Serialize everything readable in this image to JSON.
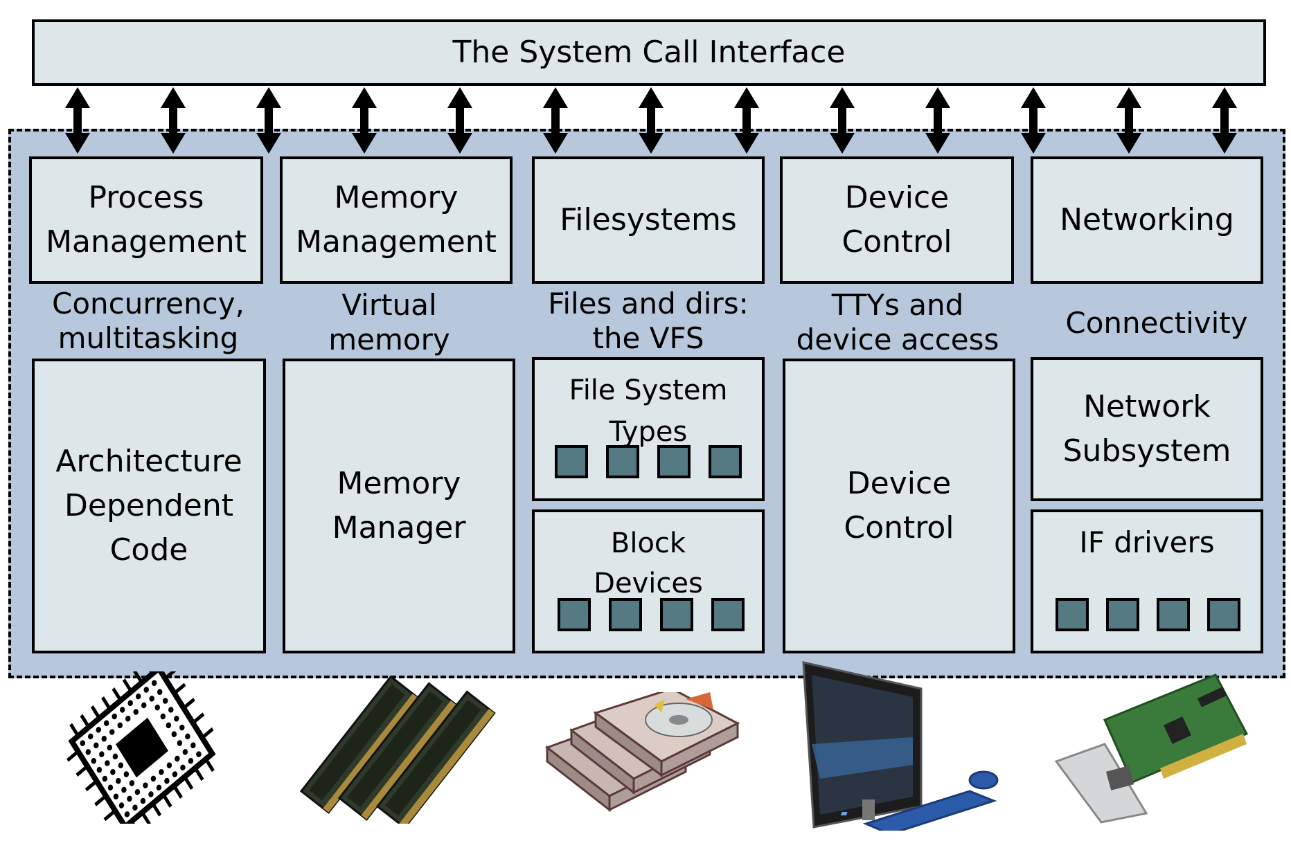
{
  "system_call_interface": "The System Call Interface",
  "columns": [
    {
      "top": [
        "Process",
        "Management"
      ],
      "desc": [
        "Concurrency,",
        "multitasking"
      ],
      "bottom": [
        "Architecture",
        "Dependent",
        "Code"
      ]
    },
    {
      "top": [
        "Memory",
        "Management"
      ],
      "desc": [
        "Virtual",
        "memory"
      ],
      "bottom": [
        "Memory",
        "Manager"
      ]
    },
    {
      "top": [
        "Filesystems"
      ],
      "desc": [
        "Files and dirs:",
        "the VFS"
      ],
      "bottom_a": [
        "File System",
        "Types"
      ],
      "bottom_b": [
        "Block",
        "Devices"
      ]
    },
    {
      "top": [
        "Device",
        "Control"
      ],
      "desc": [
        "TTYs and",
        "device access"
      ],
      "bottom": [
        "Device",
        "Control"
      ]
    },
    {
      "top": [
        "Networking"
      ],
      "desc": [
        "Connectivity"
      ],
      "bottom_a": [
        "Network",
        "Subsystem"
      ],
      "bottom_b": [
        "IF drivers"
      ]
    }
  ],
  "hardware_icons": [
    "cpu-chip-icon",
    "ram-module-icon",
    "hard-disk-icon",
    "computer-monitor-icon",
    "network-card-icon"
  ],
  "colors": {
    "kernel_background": "#b7c8dd",
    "box_fill": "#dde7e9",
    "square_fill": "#557a83"
  }
}
